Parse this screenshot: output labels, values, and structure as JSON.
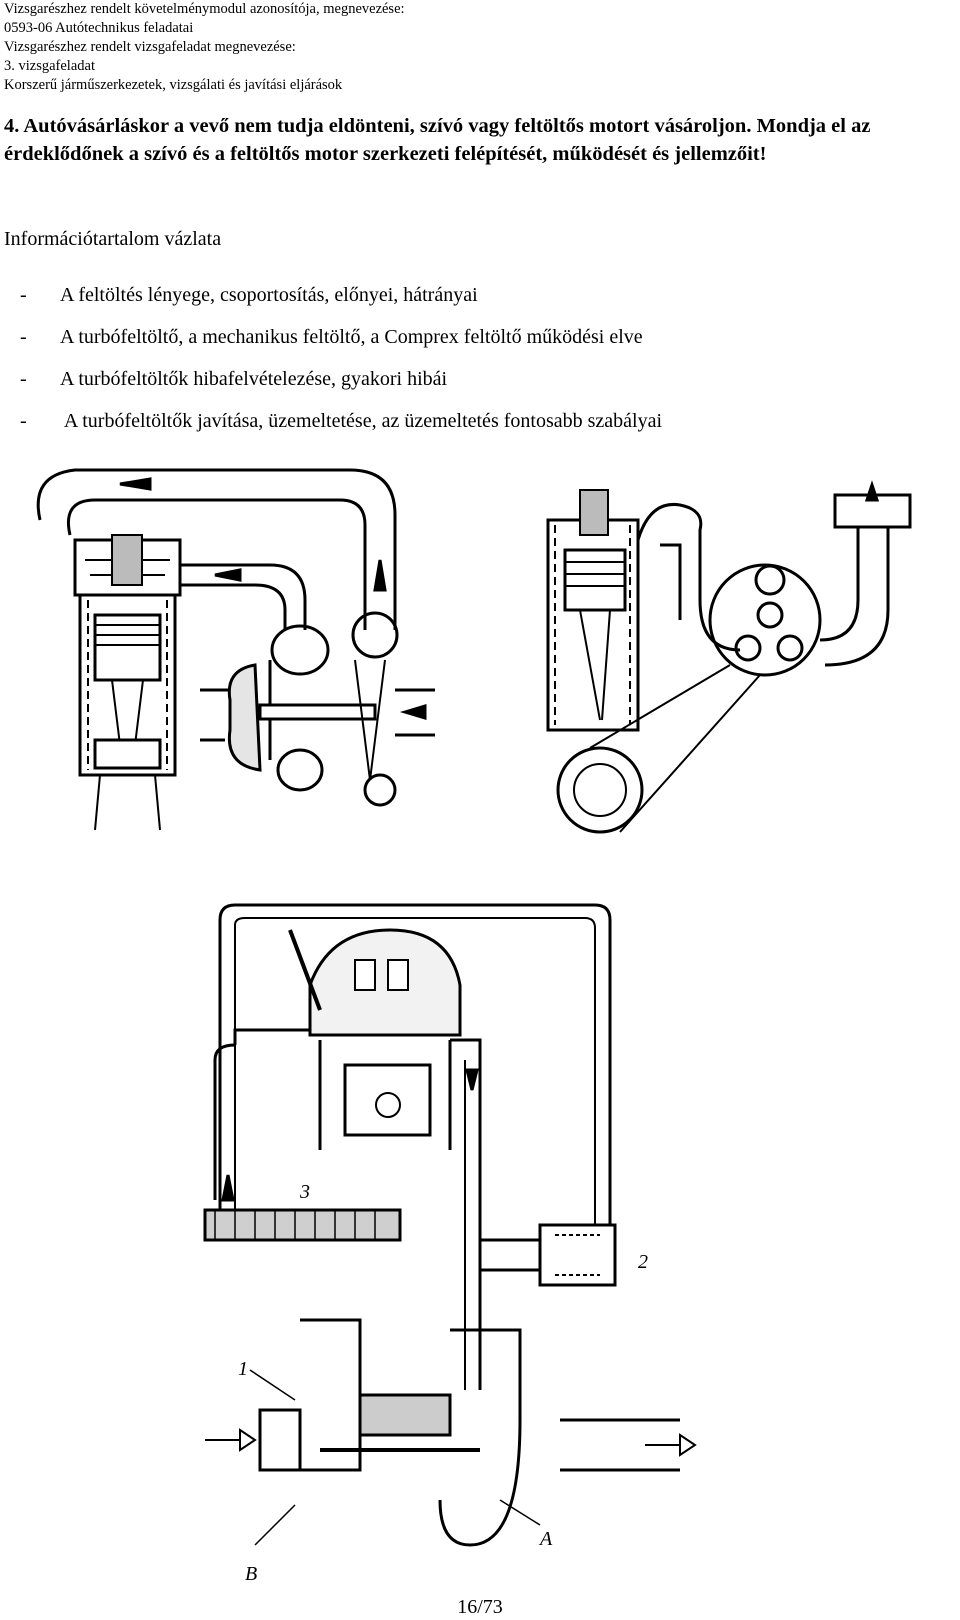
{
  "header": {
    "lines": [
      "Vizsgarészhez rendelt követelménymodul azonosítója, megnevezése:",
      "0593-06 Autótechnikus feladatai",
      "Vizsgarészhez rendelt vizsgafeladat megnevezése:",
      "3. vizsgafeladat",
      "Korszerű járműszerkezetek, vizsgálati és javítási eljárások"
    ]
  },
  "question": {
    "text": "4. Autóvásárláskor a vevő nem tudja eldönteni, szívó vagy feltöltős motort vásároljon. Mondja el az érdeklődőnek a szívó és a feltöltős motor szerkezeti felépítését, működését és jellemzőit!"
  },
  "outline": {
    "title": "Információtartalom vázlata",
    "items": [
      "A feltöltés lényege, csoportosítás, előnyei, hátrányai",
      "A turbófeltöltő, a mechanikus feltöltő, a Comprex feltöltő működési elve",
      "A turbófeltöltők hibafelvételezése, gyakori hibái",
      " A turbófeltöltők javítása, üzemeltetése, az üzemeltetés fontosabb szabályai"
    ],
    "dash": "-"
  },
  "figures": {
    "bottom_labels": {
      "l1": "1",
      "l2": "2",
      "l3": "3",
      "la": "A",
      "lb": "B"
    }
  },
  "footer": {
    "page": "16/73"
  }
}
